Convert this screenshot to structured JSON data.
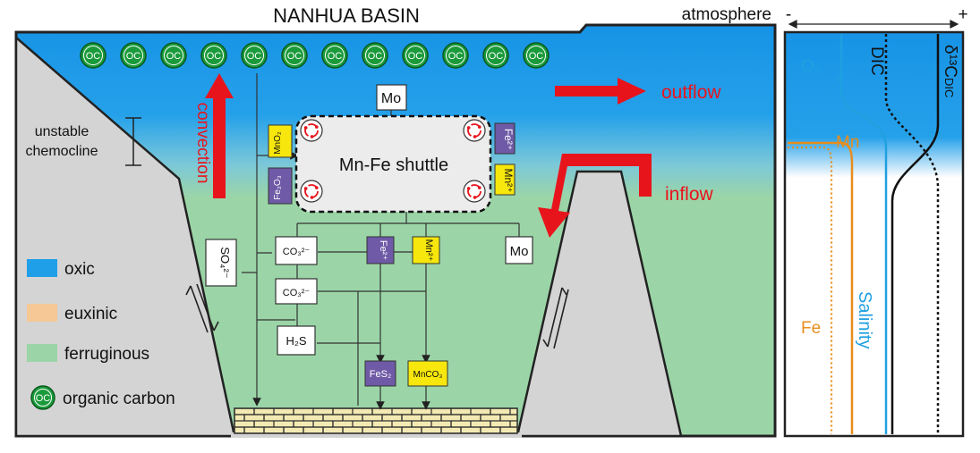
{
  "title": "NANHUA BASIN",
  "atmosphere": {
    "label": "atmosphere",
    "minus": "-",
    "plus": "+"
  },
  "organic_carbon_symbol": "OC",
  "labels": {
    "mo_top": "Mo",
    "mo_right": "Mo",
    "shuttle": "Mn-Fe shuttle",
    "convection": "convection",
    "outflow": "outflow",
    "inflow": "inflow",
    "unstable_chemocline": [
      "unstable",
      "chemocline"
    ]
  },
  "shuttle_boxes": {
    "mno2": "MnO₂",
    "fe2o3": "Fe₂O₃",
    "fe2_right": "Fe²⁺",
    "mn2_right": "Mn²⁺"
  },
  "species": {
    "so4": "SO₄²⁻",
    "co3_1": "CO₃²⁻",
    "co3_2": "CO₃²⁻",
    "h2s": "H₂S",
    "fe2": "Fe²⁺",
    "mn2": "Mn²⁺",
    "fes2": "FeS₂",
    "mnco3": "MnCO₃"
  },
  "legend": [
    {
      "label": "oxic",
      "color": "#1f9fe8"
    },
    {
      "label": "euxinic",
      "color": "#f5c896"
    },
    {
      "label": "ferruginous",
      "color": "#9bd5a7"
    },
    {
      "label": "organic carbon",
      "symbol": "OC"
    }
  ],
  "profile": {
    "o2": "O₂",
    "dic": "DIC",
    "d13c": "δ¹³C",
    "d13c_sub": "DIC",
    "mn": "Mn",
    "fe": "Fe",
    "salinity": "Salinity"
  },
  "colors": {
    "oxic": "#1f9fe8",
    "ferruginous": "#9bd5a7",
    "euxinic": "#f5c896",
    "rock": "#d4d4d4",
    "red": "#e8141c",
    "purple": "#6e5aa6",
    "yellow": "#f7e70c",
    "oc_green": "#1a9a3a",
    "orange": "#e88d1c",
    "blue": "#1fa0e0"
  }
}
